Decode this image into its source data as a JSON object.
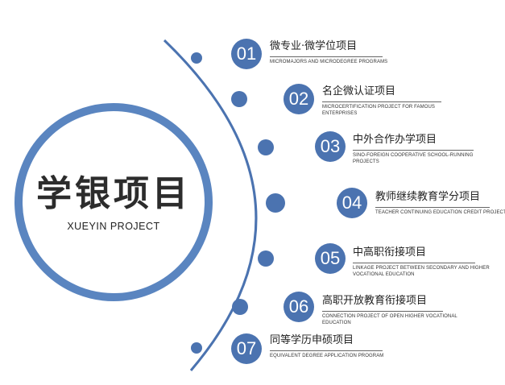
{
  "title": {
    "cn": "学银项目",
    "en": "XUEYIN PROJECT"
  },
  "accent_color": "#4b73b0",
  "items": [
    {
      "num": "01",
      "cn": "微专业·微学位项目",
      "en": "MICROMAJORS AND MICRODEGREE PROGRAMS"
    },
    {
      "num": "02",
      "cn": "名企微认证项目",
      "en": "MICROCERTIFICATION PROJECT FOR FAMOUS ENTERPRISES"
    },
    {
      "num": "03",
      "cn": "中外合作办学项目",
      "en": "SINO-FOREIGN COOPERATIVE SCHOOL-RUNNING PROJECTS"
    },
    {
      "num": "04",
      "cn": "教师继续教育学分项目",
      "en": "TEACHER CONTINUING EDUCATION CREDIT PROJECT"
    },
    {
      "num": "05",
      "cn": "中高职衔接项目",
      "en": "LINKAGE PROJECT BETWEEN SECONDARY AND HIGHER VOCATIONAL EDUCATION"
    },
    {
      "num": "06",
      "cn": "高职开放教育衔接项目",
      "en": "CONNECTION PROJECT OF OPEN HIGHER VOCATIONAL EDUCATION"
    },
    {
      "num": "07",
      "cn": "同等学历申硕项目",
      "en": "EQUIVALENT DEGREE APPLICATION PROGRAM"
    }
  ]
}
